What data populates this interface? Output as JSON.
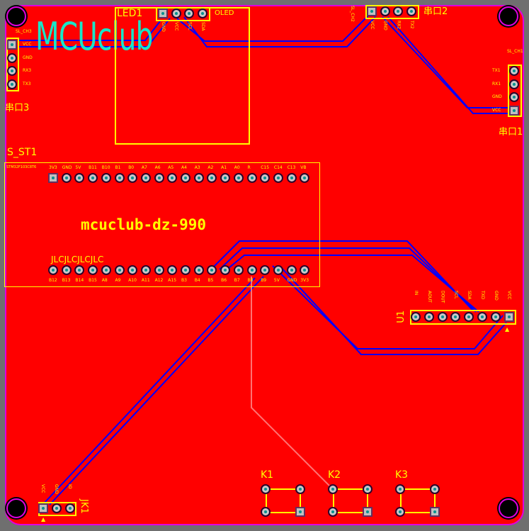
{
  "logo_text": "MCUclub",
  "board_title": "mcuclub-dz-990",
  "jlc_text": "JLCJLCJLCJLC",
  "colors": {
    "board": "#ff0000",
    "silkscreen": "#ffff00",
    "trace": "#0000ff",
    "outline": "#e000e0",
    "logo": "#19e6c8",
    "background": "#6f6f6f"
  },
  "components": {
    "serial3": {
      "ref": "串口3",
      "tag": "SL_CH3",
      "pins": [
        "VCC",
        "GND",
        "RX3",
        "TX3"
      ]
    },
    "led1": {
      "ref": "LED1",
      "value": "OLED",
      "pins": [
        "GND",
        "VCC",
        "SCL",
        "SDA"
      ]
    },
    "serial2": {
      "ref": "串口2",
      "tag": "SL_CH2",
      "pins": [
        "VCC",
        "GND",
        "RX2",
        "TX2"
      ]
    },
    "serial1": {
      "ref": "串口1",
      "tag": "SL_CH1",
      "pins": [
        "TX1",
        "RX1",
        "GND",
        "VCC"
      ]
    },
    "s_st1": {
      "ref": "S_ST1",
      "tag": "STM32F103C8T6",
      "top_pins": [
        "3V3",
        "GND",
        "5V",
        "B11",
        "B10",
        "B1",
        "B0",
        "A7",
        "A6",
        "A5",
        "A4",
        "A3",
        "A2",
        "A1",
        "A0",
        "R",
        "C15",
        "C14",
        "C13",
        "VB"
      ],
      "bottom_pins": [
        "B12",
        "B13",
        "B14",
        "B15",
        "A8",
        "A9",
        "A10",
        "A11",
        "A12",
        "A15",
        "B3",
        "B4",
        "B5",
        "B6",
        "B7",
        "B8",
        "B9",
        "5V",
        "GND",
        "3V3"
      ]
    },
    "u1": {
      "ref": "U1",
      "pins": [
        "IN",
        "AOUT",
        "DOUT",
        "SCL",
        "SDA",
        "TXD",
        "GND",
        "VCC"
      ]
    },
    "jk1": {
      "ref": "JK1",
      "pins": [
        "VCC",
        "GND",
        "IO"
      ]
    },
    "keys": [
      {
        "ref": "K1"
      },
      {
        "ref": "K2"
      },
      {
        "ref": "K3"
      }
    ]
  }
}
